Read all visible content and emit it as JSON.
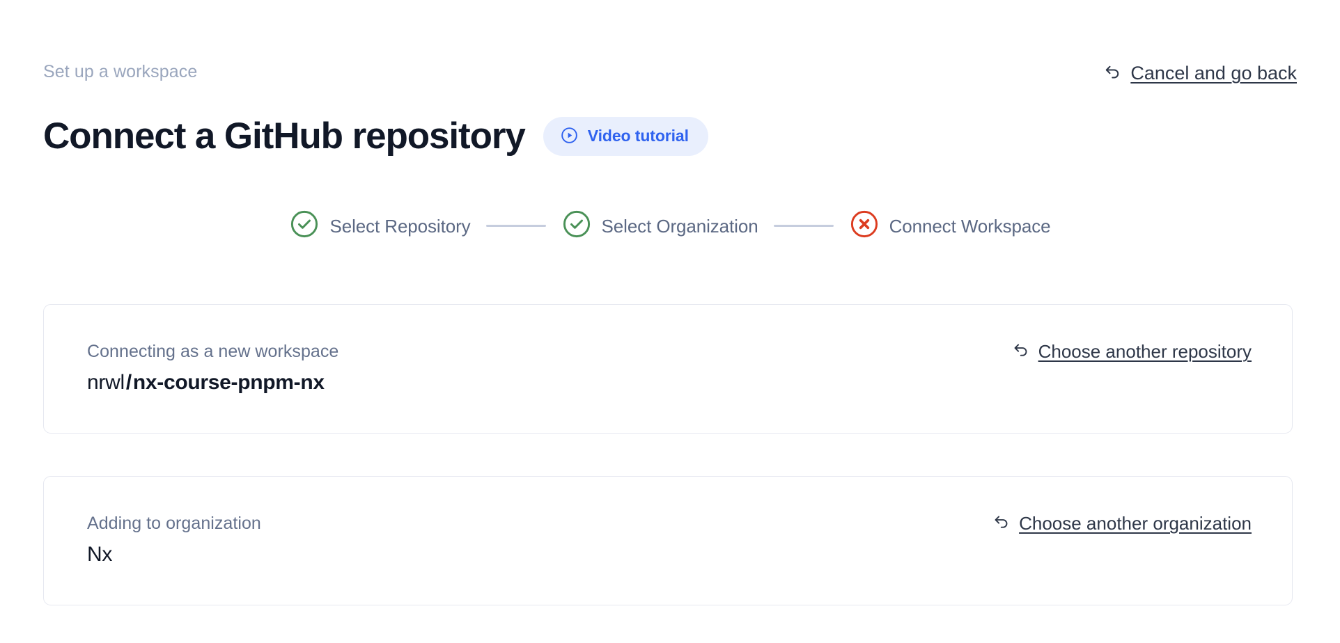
{
  "header": {
    "eyebrow": "Set up a workspace",
    "title": "Connect a GitHub repository",
    "video_badge": {
      "label": "Video tutorial",
      "icon": "play-circle-icon",
      "bg_color": "#e9effd",
      "text_color": "#2f62ef"
    },
    "cancel": {
      "label": "Cancel and go back",
      "icon": "undo-arrow-icon"
    }
  },
  "stepper": {
    "steps": [
      {
        "label": "Select Repository",
        "state": "complete",
        "icon": "check-circle-icon",
        "color": "#4a9157"
      },
      {
        "label": "Select Organization",
        "state": "complete",
        "icon": "check-circle-icon",
        "color": "#4a9157"
      },
      {
        "label": "Connect Workspace",
        "state": "error",
        "icon": "x-circle-icon",
        "color": "#dc3c20"
      }
    ],
    "connector_color": "#c6cdde",
    "label_color": "#5b6883"
  },
  "cards": [
    {
      "caption": "Connecting as a new workspace",
      "owner": "nrwl",
      "separator": "/",
      "repository": "nx-course-pnpm-nx",
      "action": {
        "label": "Choose another repository",
        "icon": "undo-arrow-icon"
      }
    },
    {
      "caption": "Adding to organization",
      "value": "Nx",
      "action": {
        "label": "Choose another organization",
        "icon": "undo-arrow-icon"
      }
    }
  ]
}
